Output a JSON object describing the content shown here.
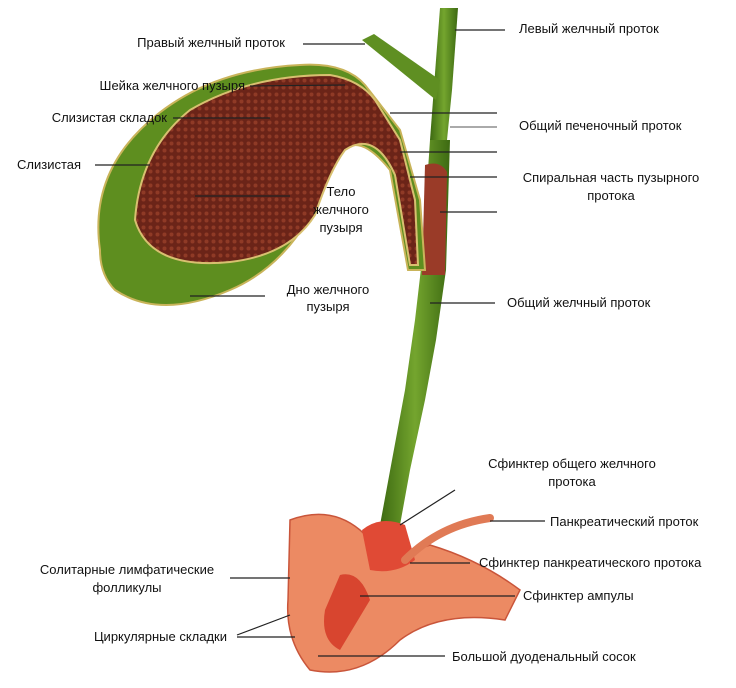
{
  "labels": {
    "right_hepatic_duct": "Правый желчный проток",
    "left_hepatic_duct": "Левый желчный проток",
    "gallbladder_neck": "Шейка желчного пузыря",
    "mucosal_folds": "Слизистая складок",
    "mucosa": "Слизистая",
    "body": [
      "Тело",
      "желчного",
      "пузыря"
    ],
    "fundus": [
      "Дно желчного",
      "пузыря"
    ],
    "common_hepatic_duct": "Общий печеночный проток",
    "spiral_part": [
      "Спиральная часть пузырного",
      "протока"
    ],
    "common_bile_duct": "Общий желчный проток",
    "cbd_sphincter": [
      "Сфинктер общего желчного",
      "протока"
    ],
    "pancreatic_duct": "Панкреатический проток",
    "pancreatic_sphincter": "Сфинктер панкреатического протока",
    "ampulla_sphincter": "Сфинктер ампулы",
    "lymph_follicles": [
      "Солитарные лимфатические",
      "фолликулы"
    ],
    "circular_folds": "Циркулярные складки",
    "major_papilla": "Большой дуоденальный сосок"
  },
  "colors": {
    "duct_green": "#4f7d1e",
    "mucosa_brown": "#6b2418",
    "duodenum": "#e8734f"
  }
}
